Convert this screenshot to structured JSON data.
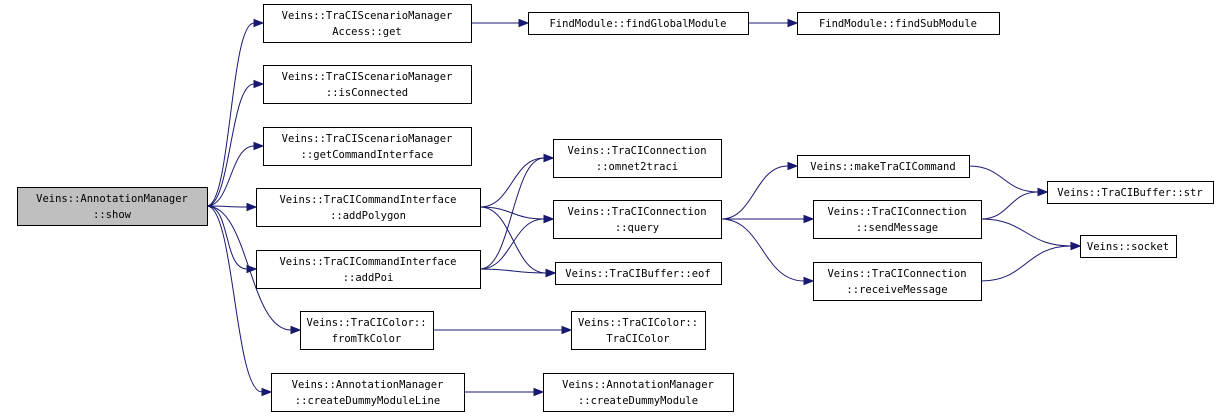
{
  "nodes": [
    {
      "id": "annotation_show",
      "lines": [
        "Veins::AnnotationManager",
        "::show"
      ],
      "root": true
    },
    {
      "id": "scenario_access_get",
      "lines": [
        "Veins::TraCIScenarioManager",
        "Access::get"
      ]
    },
    {
      "id": "find_global",
      "lines": [
        "FindModule::findGlobalModule"
      ]
    },
    {
      "id": "find_sub",
      "lines": [
        "FindModule::findSubModule"
      ]
    },
    {
      "id": "scenario_is_connected",
      "lines": [
        "Veins::TraCIScenarioManager",
        "::isConnected"
      ]
    },
    {
      "id": "scenario_get_cmd_iface",
      "lines": [
        "Veins::TraCIScenarioManager",
        "::getCommandInterface"
      ]
    },
    {
      "id": "cmd_add_polygon",
      "lines": [
        "Veins::TraCICommandInterface",
        "::addPolygon"
      ]
    },
    {
      "id": "cmd_add_poi",
      "lines": [
        "Veins::TraCICommandInterface",
        "::addPoi"
      ]
    },
    {
      "id": "conn_omnet2traci",
      "lines": [
        "Veins::TraCIConnection",
        "::omnet2traci"
      ]
    },
    {
      "id": "conn_query",
      "lines": [
        "Veins::TraCIConnection",
        "::query"
      ]
    },
    {
      "id": "buffer_eof",
      "lines": [
        "Veins::TraCIBuffer::eof"
      ]
    },
    {
      "id": "make_traci_command",
      "lines": [
        "Veins::makeTraCICommand"
      ]
    },
    {
      "id": "conn_send_message",
      "lines": [
        "Veins::TraCIConnection",
        "::sendMessage"
      ]
    },
    {
      "id": "conn_receive_message",
      "lines": [
        "Veins::TraCIConnection",
        "::receiveMessage"
      ]
    },
    {
      "id": "buffer_str",
      "lines": [
        "Veins::TraCIBuffer::str"
      ]
    },
    {
      "id": "socket",
      "lines": [
        "Veins::socket"
      ]
    },
    {
      "id": "color_from_tk",
      "lines": [
        "Veins::TraCIColor::",
        "fromTkColor"
      ]
    },
    {
      "id": "color_ctor",
      "lines": [
        "Veins::TraCIColor::",
        "TraCIColor"
      ]
    },
    {
      "id": "create_dummy_line",
      "lines": [
        "Veins::AnnotationManager",
        "::createDummyModuleLine"
      ]
    },
    {
      "id": "create_dummy_module",
      "lines": [
        "Veins::AnnotationManager",
        "::createDummyModule"
      ]
    }
  ],
  "edges": [
    {
      "from": "annotation_show",
      "to": "scenario_access_get"
    },
    {
      "from": "annotation_show",
      "to": "scenario_is_connected"
    },
    {
      "from": "annotation_show",
      "to": "scenario_get_cmd_iface"
    },
    {
      "from": "annotation_show",
      "to": "cmd_add_polygon"
    },
    {
      "from": "annotation_show",
      "to": "cmd_add_poi"
    },
    {
      "from": "annotation_show",
      "to": "color_from_tk"
    },
    {
      "from": "annotation_show",
      "to": "create_dummy_line"
    },
    {
      "from": "scenario_access_get",
      "to": "find_global"
    },
    {
      "from": "find_global",
      "to": "find_sub"
    },
    {
      "from": "cmd_add_polygon",
      "to": "conn_omnet2traci"
    },
    {
      "from": "cmd_add_polygon",
      "to": "conn_query"
    },
    {
      "from": "cmd_add_polygon",
      "to": "buffer_eof"
    },
    {
      "from": "cmd_add_poi",
      "to": "conn_omnet2traci"
    },
    {
      "from": "cmd_add_poi",
      "to": "conn_query"
    },
    {
      "from": "cmd_add_poi",
      "to": "buffer_eof"
    },
    {
      "from": "conn_query",
      "to": "make_traci_command"
    },
    {
      "from": "conn_query",
      "to": "conn_send_message"
    },
    {
      "from": "conn_query",
      "to": "conn_receive_message"
    },
    {
      "from": "make_traci_command",
      "to": "buffer_str"
    },
    {
      "from": "conn_send_message",
      "to": "buffer_str"
    },
    {
      "from": "conn_send_message",
      "to": "socket"
    },
    {
      "from": "conn_receive_message",
      "to": "socket"
    },
    {
      "from": "color_from_tk",
      "to": "color_ctor"
    },
    {
      "from": "create_dummy_line",
      "to": "create_dummy_module"
    }
  ]
}
